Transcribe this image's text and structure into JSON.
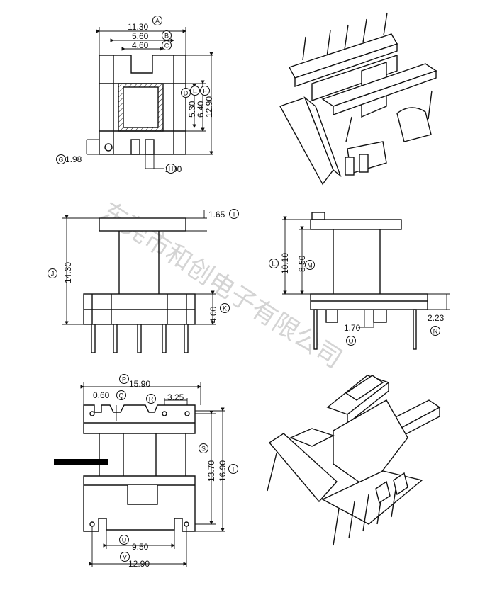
{
  "watermark": "东莞市和创电子有限公司",
  "dims": {
    "a": "11.30",
    "b": "5.60",
    "c": "4.60",
    "d": "5.30",
    "e": "6.40",
    "f": "12.90",
    "g": "1.98",
    "h": "2.00",
    "i": "1.65",
    "j": "14.30",
    "k": "4.00",
    "l": "10.10",
    "m": "8.50",
    "n": "2.23",
    "o": "1.70",
    "p": "15.90",
    "q": "0.60",
    "r": "3.25",
    "s": "13.70",
    "t": "16.90",
    "u": "9.50",
    "v": "12.90"
  },
  "letters": [
    "A",
    "B",
    "C",
    "D",
    "E",
    "F",
    "G",
    "H",
    "I",
    "J",
    "K",
    "L",
    "M",
    "N",
    "O",
    "P",
    "Q",
    "R",
    "S",
    "T",
    "U",
    "V"
  ]
}
